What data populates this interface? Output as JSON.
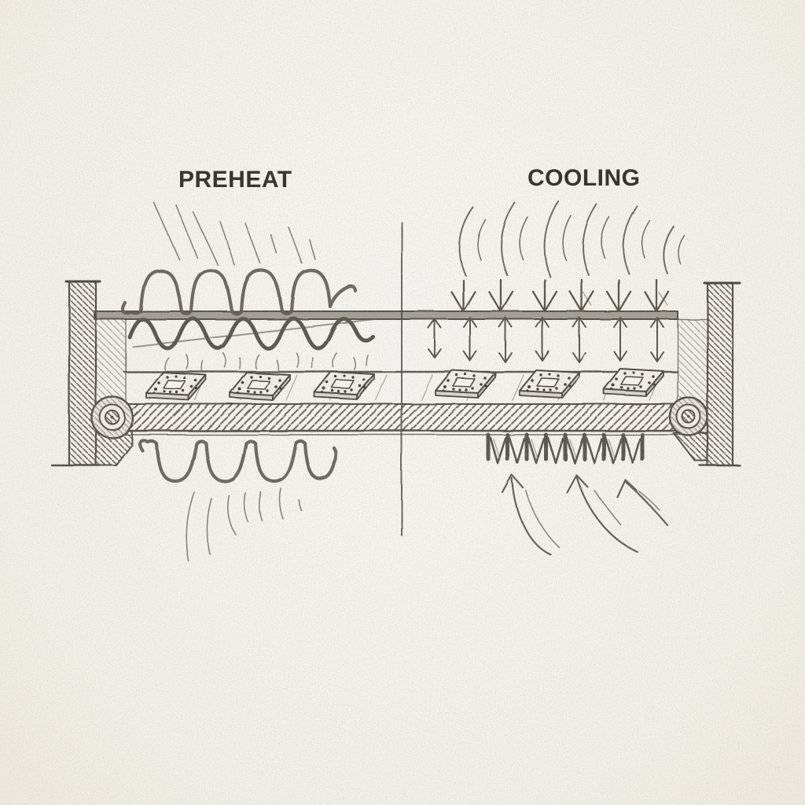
{
  "zones": {
    "preheat": {
      "label": "PREHEAT",
      "side": "left",
      "elements": [
        "radiant-heat-lines-top",
        "heater-coil-above-oven",
        "heating-element-wave",
        "heat-shimmer-ticks",
        "heater-coil-below-conveyor",
        "radiant-heat-lines-bottom"
      ]
    },
    "cooling": {
      "label": "COOLING",
      "side": "right",
      "elements": [
        "airflow-arcs-top",
        "cool-air-down-arrows",
        "convection-double-arrows",
        "heatsink-fins",
        "rising-air-arrows"
      ]
    }
  },
  "machine": {
    "pcb_count": 6,
    "parts": [
      "left-frame-post",
      "top-beam",
      "conveyor-belt",
      "left-roller",
      "right-roller",
      "right-frame-post",
      "zone-divider-line"
    ]
  },
  "colors": {
    "paper": "#f4f3ec",
    "pencil_dark": "#514e48",
    "pencil_mid": "#6e6a62",
    "pencil_light": "#a5a198",
    "label_text": "#383430"
  }
}
